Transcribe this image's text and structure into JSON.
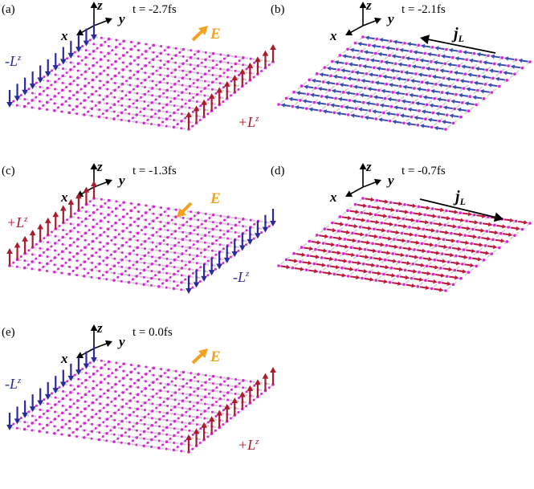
{
  "colors": {
    "site": "#e020e0",
    "bond": "#cfcfcf",
    "plus": "#a81c2c",
    "minus": "#2a2a9e",
    "field": "#f4a020",
    "current_blue": "#3a4fb0",
    "current_red": "#c0183c",
    "ink": "#000000"
  },
  "axes_labels": {
    "x": "x",
    "y": "y",
    "z": "z"
  },
  "panels": [
    {
      "key": "a",
      "label": "(a)",
      "time": "t = -2.7fs",
      "kind": "lz",
      "left_sign": "minus",
      "left_label": "-L",
      "left_sup": "z",
      "right_label": "+L",
      "right_sup": "z",
      "field_label": "E",
      "field_dir": "up"
    },
    {
      "key": "b",
      "label": "(b)",
      "time": "t = -2.1fs",
      "kind": "current",
      "current_label": "j",
      "current_sub": "L",
      "current_dir": "left",
      "current_color": "blue"
    },
    {
      "key": "c",
      "label": "(c)",
      "time": "t = -1.3fs",
      "kind": "lz",
      "left_sign": "plus",
      "left_label": "+L",
      "left_sup": "z",
      "right_label": "-L",
      "right_sup": "z",
      "field_label": "E",
      "field_dir": "down"
    },
    {
      "key": "d",
      "label": "(d)",
      "time": "t = -0.7fs",
      "kind": "current",
      "current_label": "j",
      "current_sub": "L",
      "current_dir": "right",
      "current_color": "red"
    },
    {
      "key": "e",
      "label": "(e)",
      "time": "t = 0.0fs",
      "kind": "lz",
      "left_sign": "minus",
      "left_label": "-L",
      "left_sup": "z",
      "right_label": "+L",
      "right_sup": "z",
      "field_label": "E",
      "field_dir": "up"
    }
  ]
}
